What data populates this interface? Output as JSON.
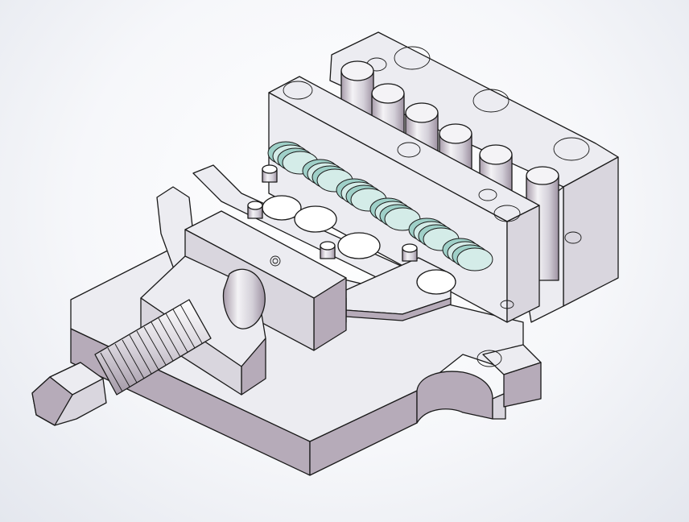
{
  "viewport": {
    "name": "cad-3d-viewport",
    "colors": {
      "background_center": "#ffffff",
      "background_edge": "#e4e7ee",
      "face_top": "#ececf1",
      "face_front": "#b6abb9",
      "face_side": "#d9d6de",
      "spring": "#9fd0c8",
      "edge": "#1a1a1a"
    }
  },
  "model": {
    "description_label": "",
    "spring_count": 6,
    "pin_count": 6,
    "component_icons": [
      "base-plate-icon",
      "die-block-icon",
      "guide-pin-icon",
      "spring-icon",
      "screw-icon",
      "hex-head-icon",
      "clamp-block-icon"
    ]
  }
}
